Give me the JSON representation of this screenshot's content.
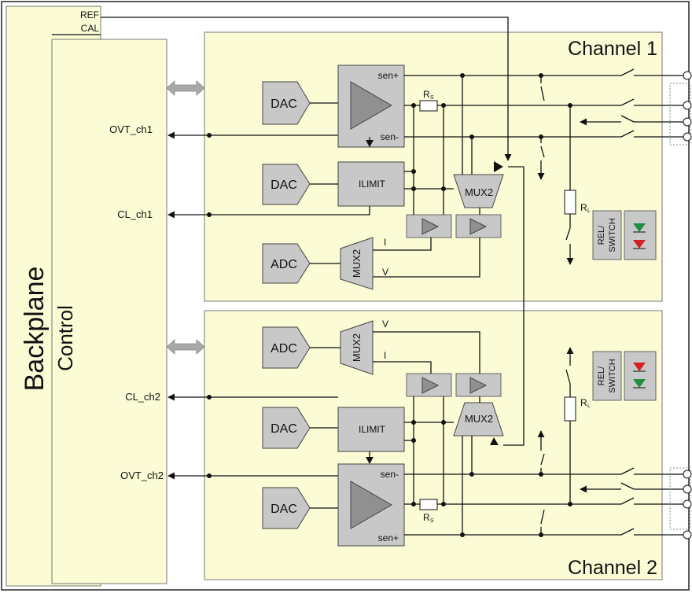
{
  "labels": {
    "ref": "REF",
    "cal": "CAL",
    "backplane": "Backplane",
    "control": "Control",
    "channel1": "Channel 1",
    "channel2": "Channel 2",
    "ovt_ch1": "OVT_ch1",
    "cl_ch1": "CL_ch1",
    "cl_ch2": "CL_ch2",
    "ovt_ch2": "OVT_ch2"
  },
  "ch1": {
    "dac_top": "DAC",
    "dac_mid": "DAC",
    "adc": "ADC",
    "ilimit": "ILIMIT",
    "mux_adc": "MUX2",
    "mux_sel": "MUX2",
    "sen_plus": "sen+",
    "sen_minus": "sen-",
    "rs": "R",
    "rs_sub": "S",
    "rl": "R",
    "rl_sub": "L",
    "in_i": "I",
    "in_v": "V",
    "rel1": "REL/",
    "rel2": "SWITCH"
  },
  "ch2": {
    "adc": "ADC",
    "dac_mid": "DAC",
    "dac_bot": "DAC",
    "ilimit": "ILIMIT",
    "mux_adc": "MUX2",
    "mux_sel": "MUX2",
    "sen_minus": "sen-",
    "sen_plus": "sen+",
    "rs": "R",
    "rs_sub": "S",
    "rl": "R",
    "rl_sub": "L",
    "in_v": "V",
    "in_i": "I",
    "rel1": "REL/",
    "rel2": "SWITCH"
  },
  "colors": {
    "panel": "#fbfbd6",
    "block": "#c8c8c8",
    "triangle": "#909090",
    "wire": "#111111",
    "bus_arrow": "#a8a8a8",
    "led_green": "#1f8f3a",
    "led_red": "#d42020"
  }
}
